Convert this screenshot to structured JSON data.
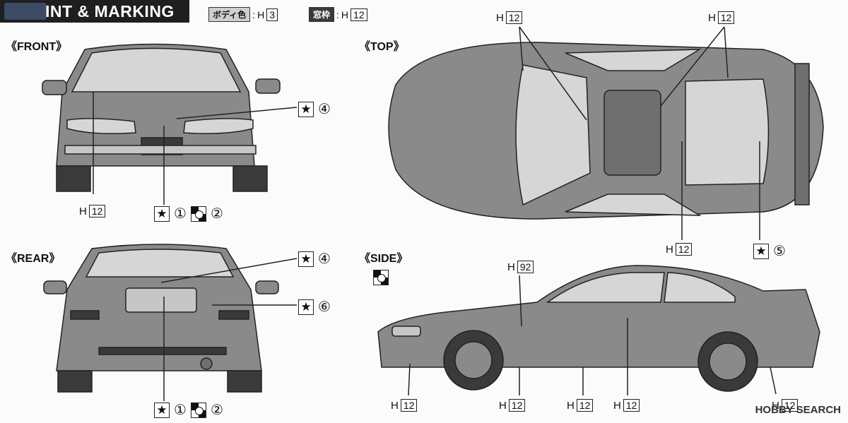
{
  "header": {
    "title": "INT & MARKING",
    "body_color_label": "ボディ色",
    "body_color_code": "H",
    "body_color_num": "3",
    "window_frame_label": "窓枠",
    "window_frame_code": "H",
    "window_frame_num": "12"
  },
  "views": {
    "front": "《FRONT》",
    "top": "《TOP》",
    "rear": "《REAR》",
    "side": "《SIDE》"
  },
  "refs": {
    "h": "H",
    "n12": "12",
    "n92": "92"
  },
  "marks": {
    "star": "★",
    "m1": "①",
    "m2": "②",
    "m4": "④",
    "m5": "⑤",
    "m6": "⑥"
  },
  "watermark": "HOBBY SEARCH",
  "colors": {
    "body": "#8a8a8a",
    "glass": "#d6d6d6",
    "dark": "#3a3a3a"
  }
}
